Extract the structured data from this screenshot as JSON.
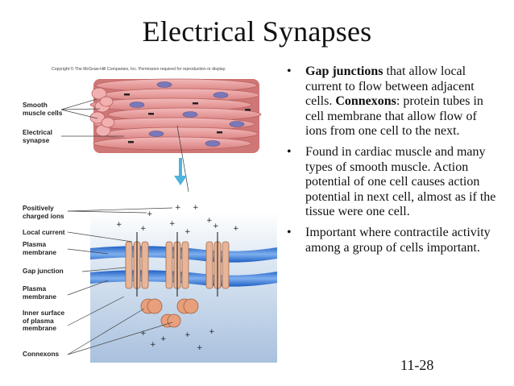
{
  "slide": {
    "title": "Electrical Synapses",
    "page_number": "11-28"
  },
  "figure": {
    "copyright": "Copyright © The McGraw-Hill Companies, Inc. Permission required for reproduction or display.",
    "labels": {
      "smooth_muscle_cells": "Smooth\nmuscle cells",
      "electrical_synapse": "Electrical\nsynapse",
      "positively_charged_ions": "Positively\ncharged ions",
      "local_current": "Local current",
      "plasma_membrane_top": "Plasma\nmembrane",
      "gap_junction": "Gap junction",
      "plasma_membrane_bottom": "Plasma\nmembrane",
      "inner_surface": "Inner surface\nof plasma\nmembrane",
      "connexons": "Connexons"
    },
    "colors": {
      "muscle": "#e79a9a",
      "nucleus": "#7a78b8",
      "membrane_blue": "#2f6fd0",
      "cytoplasm": "#c9d9ec",
      "connexon": "#e8b598",
      "arrow": "#4fb3e0"
    }
  },
  "bullets": [
    {
      "marker": "•",
      "segments": [
        {
          "text": "Gap junctions",
          "bold": true
        },
        {
          "text": " that allow local current to flow between adjacent cells. ",
          "bold": false
        },
        {
          "text": "Connexons",
          "bold": true
        },
        {
          "text": ": protein tubes in cell membrane that allow flow of ions from one cell to the next.",
          "bold": false
        }
      ]
    },
    {
      "marker": "•",
      "segments": [
        {
          "text": "Found in cardiac muscle and many types of smooth muscle. Action potential of one cell causes action potential in next cell, almost as if the tissue were one cell.",
          "bold": false
        }
      ]
    },
    {
      "marker": "•",
      "segments": [
        {
          "text": "Important where contractile activity among a group of cells important.",
          "bold": false
        }
      ]
    }
  ]
}
